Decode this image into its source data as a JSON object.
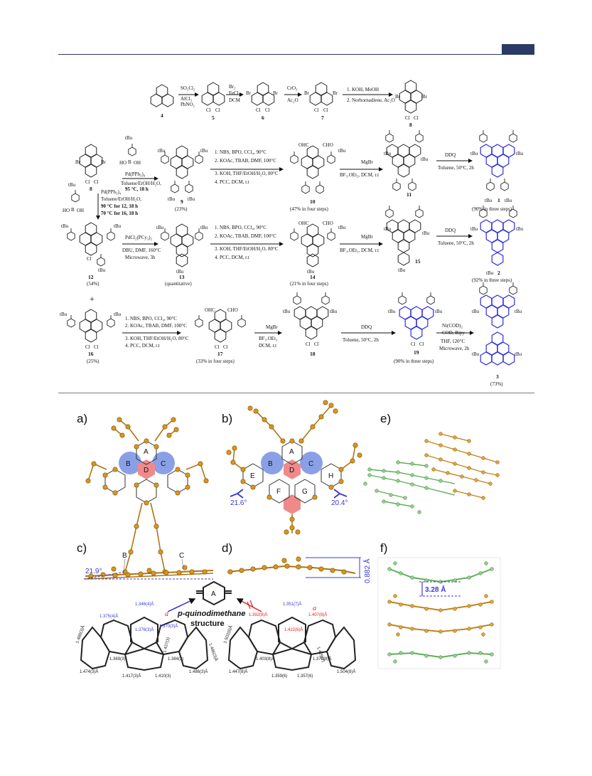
{
  "header": {
    "accent": "#2b3a67"
  },
  "scheme": {
    "row1": {
      "compounds": [
        "4",
        "5",
        "6",
        "7",
        "8"
      ],
      "conds": [
        [
          "SO₂Cl₂",
          "AlCl₃",
          "PhNO₂"
        ],
        [
          "Br₂",
          "FeCl₃",
          "DCM"
        ],
        [
          "CrO₃",
          "Ac₂O"
        ],
        [
          "1. KOH, MeOH",
          "2. Norbornadiene, Ac₂O"
        ]
      ]
    },
    "row2": {
      "compounds": [
        "9",
        "10",
        "11",
        "1"
      ],
      "yields": [
        "(23%)",
        "(47% in four steps)",
        "(90% in three steps)"
      ],
      "conds": [
        [
          "Pd(PPh₃)₄",
          "Toluene/EtOH/H₂O,",
          "95 °C, 18 h"
        ],
        [
          "1. NBS, BPO, CCl₄, 90°C",
          "2. KOAc, TBAB, DMF, 100°C",
          "3. KOH, THF/EtOH/H₂O, 80°C",
          "4. PCC, DCM, r.t"
        ],
        [
          "MgBr",
          "BF₃.OEt₂, DCM, r.t"
        ],
        [
          "DDQ",
          "Toluene, 50°C, 2h"
        ]
      ]
    },
    "side": [
      "Pd(PPh₃)₄",
      "Toluene/EtOH/H₂O,",
      "90 °C for 12, 18 h",
      "70 °C for 16, 18 h"
    ],
    "row3": {
      "compounds": [
        "12",
        "13",
        "14",
        "15",
        "2"
      ],
      "yields": [
        "(54%)",
        "(quantitative)",
        "(21% in four steps)",
        "(92% in three steps)"
      ],
      "conds": [
        [
          "PdCl₂(PCy₃)₂",
          "DBU, DMF, 160°C",
          "Microwave, 3h"
        ],
        [
          "1. NBS, BPO, CCl₄, 90°C",
          "2. KOAc, TBAB, DMF, 100°C",
          "3. KOH, THF/EtOH/H₂O, 80°C",
          "4. PCC, DCM, r.t"
        ],
        [
          "MgBr",
          "BF₃.OEt₂, DCM, r.t"
        ],
        [
          "DDQ",
          "Toluene, 50°C, 2h"
        ]
      ]
    },
    "row4": {
      "compounds": [
        "16",
        "17",
        "18",
        "19",
        "3"
      ],
      "yields": [
        "(25%)",
        "(33% in four steps)",
        "(90% in three steps)",
        "(73%)"
      ],
      "conds": [
        [
          "1. NBS, BPO, CCl₄, 90°C",
          "2. KOAc, TBAB, DMF, 100°C",
          "3. KOH, THF/EtOH/H₂O, 80°C",
          "4. PCC, DCM, r.t"
        ],
        [
          "MgBr",
          "BF₃.OEt₂",
          "DCM, r.t"
        ],
        [
          "DDQ",
          "Toluene, 50°C, 2h"
        ],
        [
          "Ni(COD)₂",
          "COD, Bipy",
          "THF, 120°C",
          "Microwave, 2h"
        ]
      ]
    },
    "plus": "+",
    "atoms": {
      "br": "Br",
      "cl": "Cl",
      "tbu": "tBu",
      "cho": "CHO",
      "ohc": "OHC",
      "b": "B",
      "oh": "OH",
      "ho": "HO"
    }
  },
  "figure": {
    "panels": [
      "a)",
      "b)",
      "c)",
      "d)",
      "e)",
      "f)"
    ],
    "rings_a": [
      "A",
      "B",
      "C",
      "D"
    ],
    "rings_b": [
      "A",
      "B",
      "C",
      "D",
      "E",
      "F",
      "G",
      "H"
    ],
    "angles": [
      "21.6°",
      "20.4°",
      "21.9°",
      "0.882 Å",
      "3.28 Å"
    ],
    "struct_labels": [
      "B",
      "C",
      "A",
      "p-quinodimethane",
      "structure"
    ],
    "bonds_c": [
      "1.346(4)Å",
      "1.375(4)Å",
      "1.370(3)Å",
      "1.376(3)Å",
      "1.488(3)Å",
      "1.437(3)",
      "1.486(3)Å",
      "1.369(3)",
      "1.384(3)",
      "1.486(3)Å",
      "1.474(3)Å",
      "1.417(3)Å",
      "1.410(3)",
      "a"
    ],
    "bonds_d": [
      "1.351(7)Å",
      "1.392(8)Å",
      "1.407(8)Å",
      "1.422(6)Å",
      "1.502(8)Å",
      "1.403(8)Å",
      "1.378(8)Å",
      "1.504(8)Å",
      "1.447(8)Å",
      "1.359(6)",
      "1.357(6)",
      "1.429(7)",
      "a"
    ],
    "colors": {
      "orange": "#d9961c",
      "green": "#8fd18a",
      "blue": "#8aa0e6",
      "red": "#f08a8a",
      "accent": "#3b3bd0",
      "warn": "#e02020"
    }
  }
}
